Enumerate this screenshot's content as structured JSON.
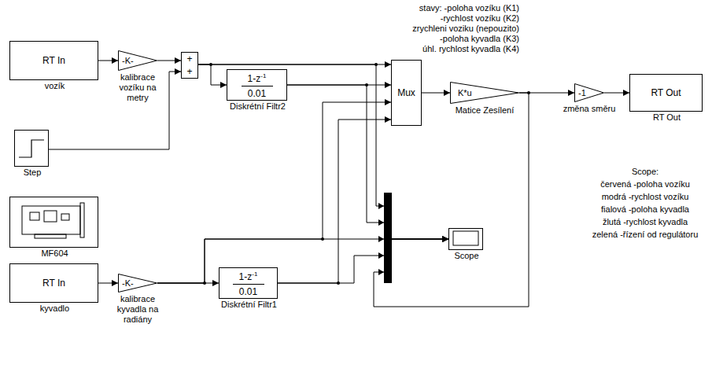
{
  "diagram": {
    "nodes": [
      {
        "text": [
          "RT In",
          "vozík"
        ]
      },
      {
        "text": [
          "-K-",
          "kalibrace vozíku na metry"
        ]
      },
      {
        "text": [
          "+",
          "+"
        ]
      },
      {
        "text": [
          "Step"
        ]
      },
      {
        "text": [
          "1-z",
          "-1",
          "0.01",
          "Diskrétní Filtr2"
        ]
      },
      {
        "text": [
          "Mux"
        ]
      },
      {
        "text": [
          "K*u",
          "Matice Zesílení"
        ]
      },
      {
        "text": [
          "-1",
          "změna směru"
        ]
      },
      {
        "text": [
          "RT Out",
          "RT Out"
        ]
      },
      {
        "text": [
          "MF604"
        ]
      },
      {
        "text": [
          "RT In",
          "kyvadlo"
        ]
      },
      {
        "text": [
          "-K-",
          "kalibrace kyvadla na radiány"
        ]
      },
      {
        "text": [
          "1-z",
          "-1",
          "0.01",
          "Diskrétní Filtr1"
        ]
      },
      {
        "text": [
          "Scope"
        ]
      }
    ],
    "edges": [
      {
        "from": 0,
        "to": 1,
        "arrow": "to"
      },
      {
        "from": 1,
        "to": 2,
        "arrow": "to"
      },
      {
        "from": 3,
        "to": 2,
        "arrow": "to"
      },
      {
        "from": 2,
        "to": 5,
        "arrow": "to"
      },
      {
        "from": 2,
        "to": 4,
        "arrow": "to"
      },
      {
        "from": 2,
        "to": 13,
        "arrow": "to"
      },
      {
        "from": 4,
        "to": 5,
        "arrow": "to"
      },
      {
        "from": 4,
        "to": 13,
        "arrow": "to"
      },
      {
        "from": 10,
        "to": 11,
        "arrow": "to"
      },
      {
        "from": 11,
        "to": 12,
        "arrow": "to"
      },
      {
        "from": 11,
        "to": 5,
        "arrow": "to"
      },
      {
        "from": 11,
        "to": 13,
        "arrow": "to"
      },
      {
        "from": 12,
        "to": 5,
        "arrow": "to"
      },
      {
        "from": 12,
        "to": 13,
        "arrow": "to"
      },
      {
        "from": 5,
        "to": 6,
        "arrow": "to"
      },
      {
        "from": 6,
        "to": 7,
        "arrow": "to"
      },
      {
        "from": 6,
        "to": 13,
        "arrow": "to"
      },
      {
        "from": 7,
        "to": 8,
        "arrow": "to"
      }
    ],
    "labels": [
      "stavy: -poloha vozíku (K1)",
      "-rychlost vozíku (K2)",
      "zrychleni voziku (nepouzito)",
      "-poloha kyvadla (K3)",
      "úhl. rychlost kyvadla (K4)",
      "Scope:",
      "červená -poloha vozíku",
      "modrá -rychlost vozíku",
      "fialová -poloha kyvadla",
      "žlutá -rychlost kyvadla",
      "zelená -řízení od regulátoru"
    ]
  }
}
